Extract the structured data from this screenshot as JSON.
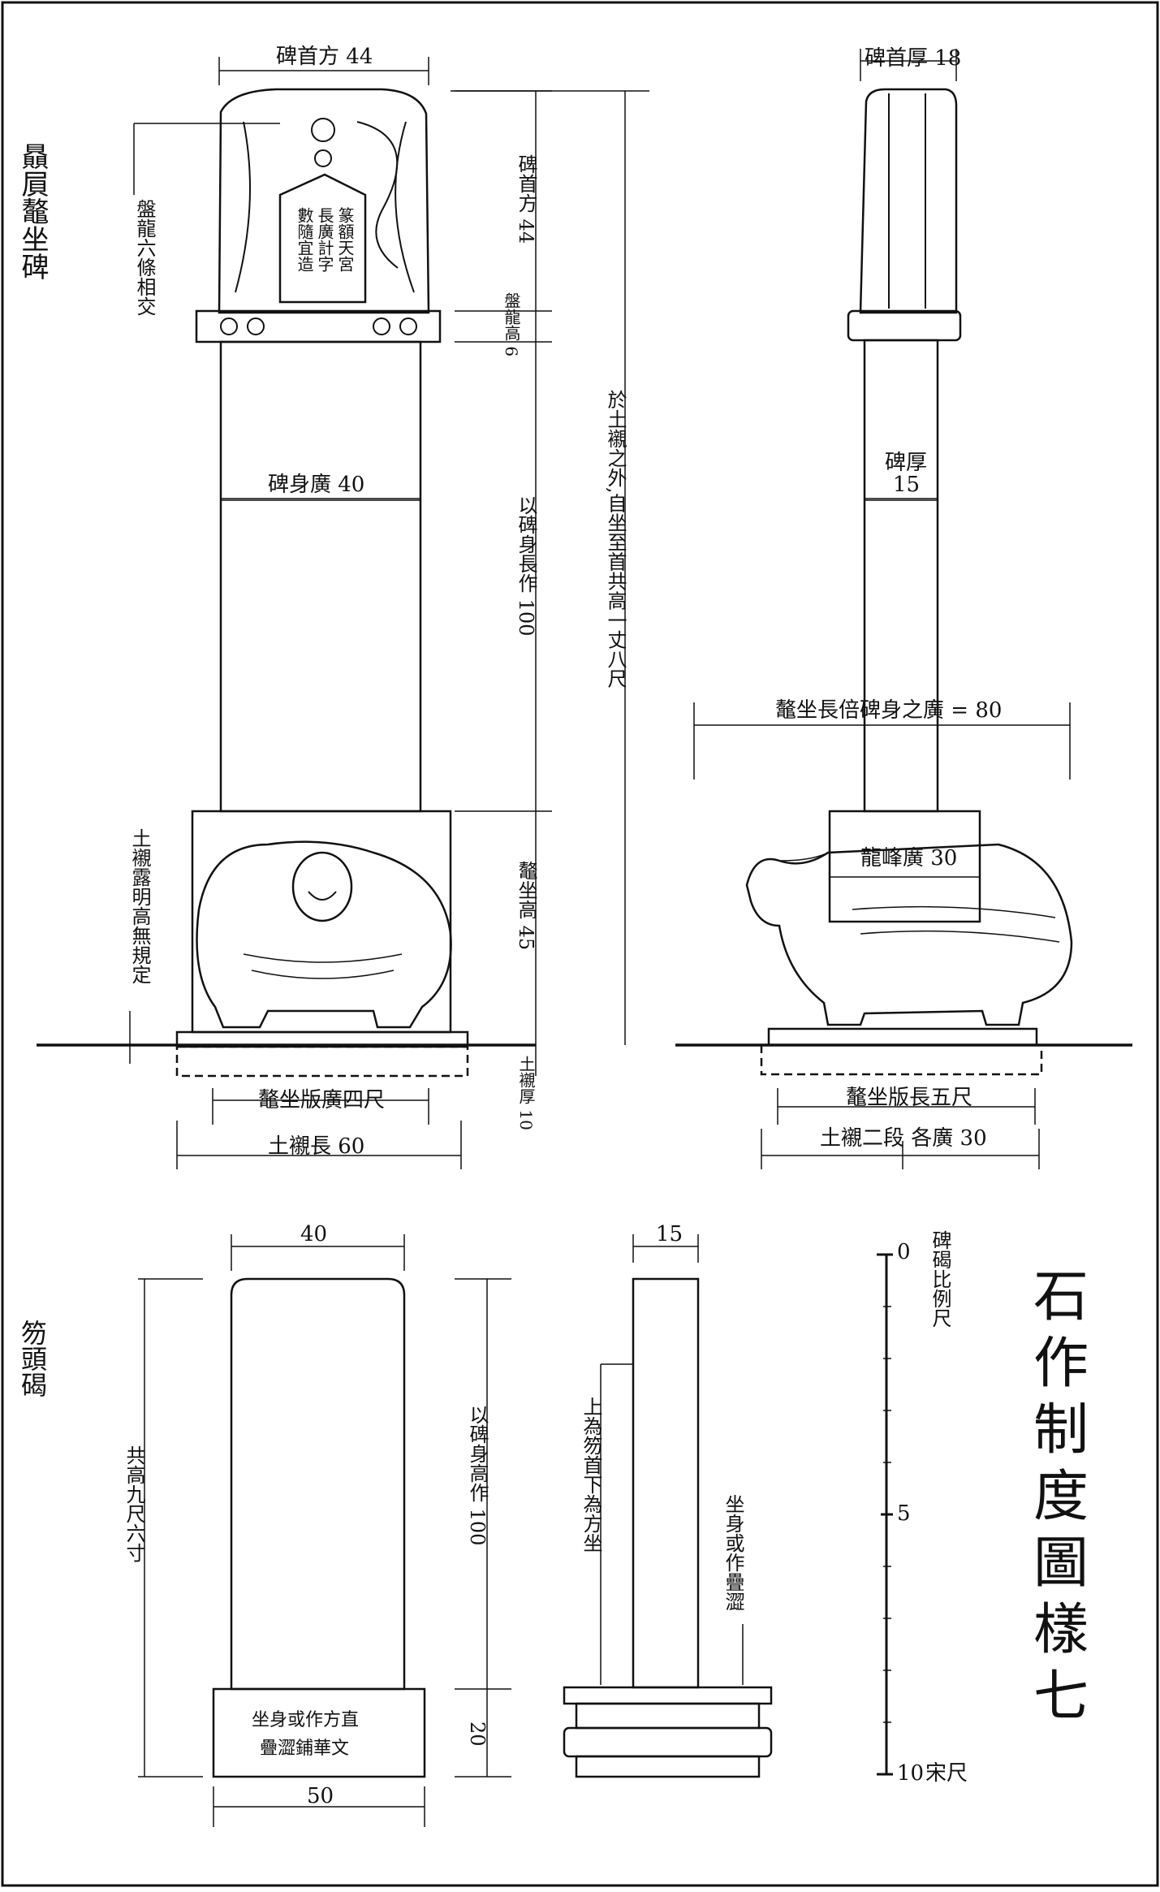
{
  "title": "石作制度圖樣七",
  "stele_top": {
    "name": "贔屓鼇坐碑",
    "front": {
      "head_width": "碑首方 44",
      "dragon_note": "盤龍六條相交",
      "inscription": [
        "篆額天宮",
        "長廣計字",
        "數隨宜造"
      ],
      "body_width": "碑身廣 40",
      "soil_note": "土襯露明高無規定",
      "base_plate": "鼇坐版廣四尺",
      "soil_length": "土襯長 60",
      "head_height": "碑首方 44",
      "plinth_height": "盤龍高 6",
      "body_height": "以碑身長作 100",
      "seat_height": "鼇坐高 45",
      "soil_thickness": "土襯厚 10",
      "total_height": "於土襯之外,自坐至首共高一丈八尺"
    },
    "side": {
      "head_thickness": "碑首厚 18",
      "body_thickness_label": "碑厚",
      "body_thickness_value": "15",
      "seat_length": "鼇坐長倍碑身之廣 = 80",
      "socket": "龍峰廣 30",
      "base_plate": "鼇坐版長五尺",
      "soil_pieces": "土襯二段 各廣 30"
    }
  },
  "stele_bottom": {
    "name": "笏頭碣",
    "front_width": "40",
    "total_height": "共高九尺六寸",
    "body_height": "以碑身高作 100",
    "base_height": "20",
    "base_note": [
      "坐身或作方直",
      "疊澀鋪華文"
    ],
    "base_width": "50",
    "side_thickness": "15",
    "head_note": "上為笏首下為方坐",
    "seat_note": "坐身或作疊澀"
  },
  "scale": {
    "label": "碑碣比例尺",
    "ticks": [
      "0",
      "5",
      "10",
      "宋尺"
    ]
  }
}
